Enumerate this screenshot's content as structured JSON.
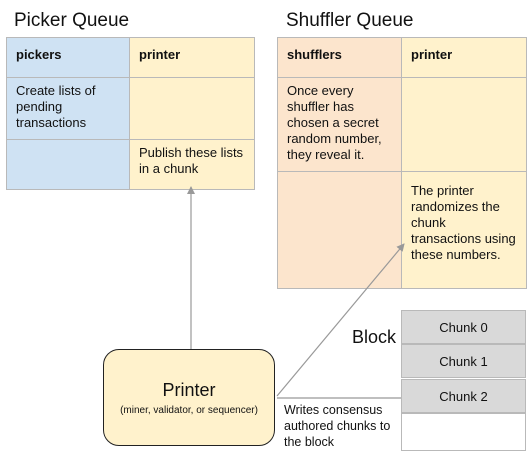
{
  "picker_queue": {
    "title": "Picker Queue",
    "col_pickers": "pickers",
    "col_printer": "printer",
    "cell_pickers_1": "Create lists of pending transactions",
    "cell_printer_2": "Publish these lists in a chunk"
  },
  "shuffler_queue": {
    "title": "Shuffler Queue",
    "col_shufflers": "shufflers",
    "col_printer": "printer",
    "cell_shufflers_1": "Once every shuffler has chosen a secret random number, they reveal it.",
    "cell_printer_2": "The printer randomizes the chunk transactions using these numbers."
  },
  "printer": {
    "name": "Printer",
    "subtitle": "(miner, validator, or sequencer)"
  },
  "block": {
    "label": "Block",
    "chunks": [
      "Chunk 0",
      "Chunk 1",
      "Chunk 2",
      ""
    ]
  },
  "caption": "Writes consensus authored chunks to the block",
  "colors": {
    "pickers_fill": "#cfe2f3",
    "printer_fill": "#fff2cc",
    "shufflers_fill": "#fce5cd",
    "chunk_fill": "#d9d9d9",
    "arrow": "#999999"
  }
}
